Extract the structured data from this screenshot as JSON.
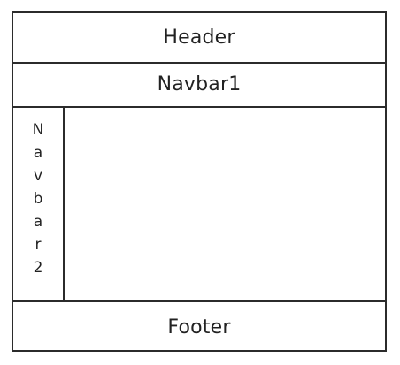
{
  "layout": {
    "header": "Header",
    "navbar1": "Navbar1",
    "navbar2_letters": [
      "N",
      "a",
      "v",
      "b",
      "a",
      "r",
      "2"
    ],
    "footer": "Footer"
  }
}
